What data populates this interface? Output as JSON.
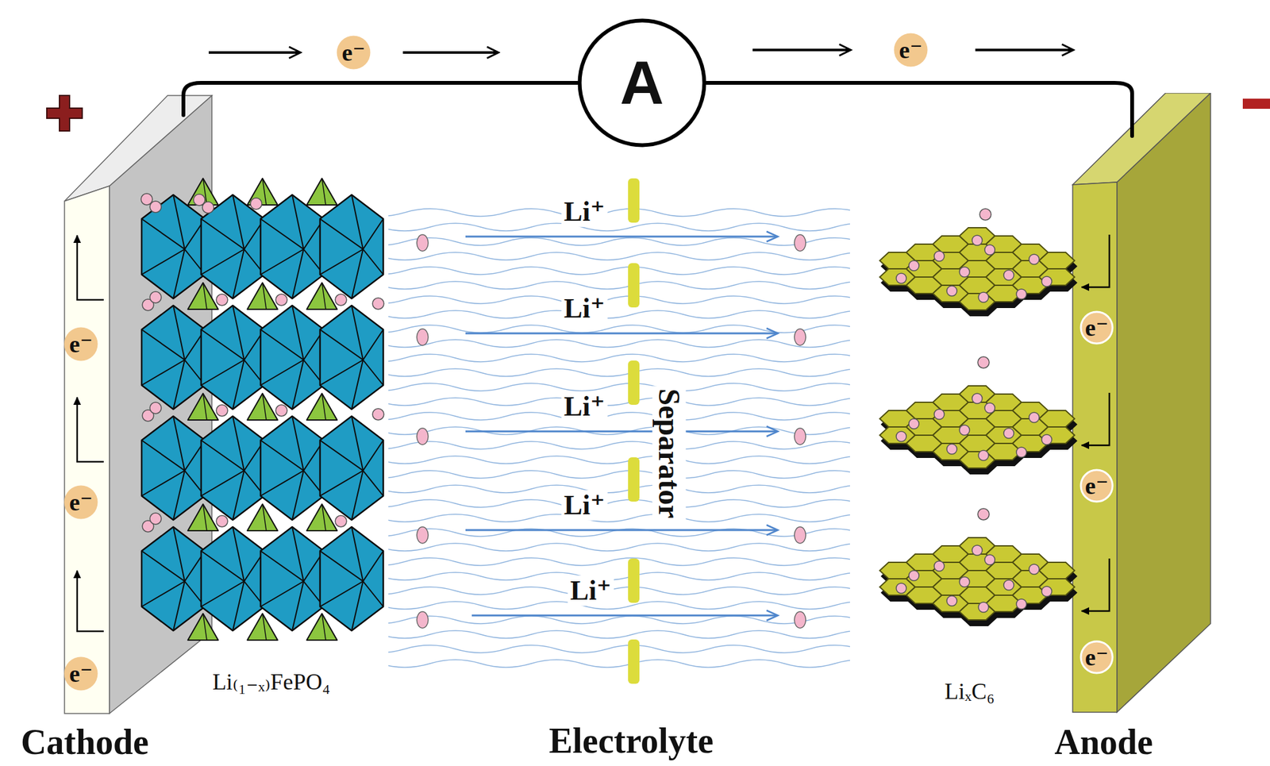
{
  "diagram": {
    "nodes": [
      {
        "text": [
          "e⁻"
        ]
      },
      {
        "text": [
          "A"
        ]
      },
      {
        "text": [
          "e⁻"
        ]
      },
      {
        "text": [
          "Cathode"
        ]
      },
      {
        "text": [
          "e⁻"
        ],
        "in": 3
      },
      {
        "text": [
          "e⁻"
        ],
        "in": 3
      },
      {
        "text": [
          "e⁻"
        ],
        "in": 3
      },
      {
        "text": [
          "Anode"
        ]
      },
      {
        "text": [
          "e⁻"
        ],
        "in": 7
      },
      {
        "text": [
          "e⁻"
        ],
        "in": 7
      },
      {
        "text": [
          "e⁻"
        ],
        "in": 7
      }
    ],
    "edges": [
      {
        "from": 3,
        "to": 1,
        "arrow": "none"
      },
      {
        "from": 1,
        "to": 7,
        "arrow": "none"
      }
    ],
    "labels": [
      "Li⁺",
      "Li⁺",
      "Li⁺",
      "Li⁺",
      "Li⁺",
      "Separator",
      "Li₍₁₋ₓ₎FePO₄",
      "LiₓC₆",
      "Electrolyte"
    ]
  }
}
